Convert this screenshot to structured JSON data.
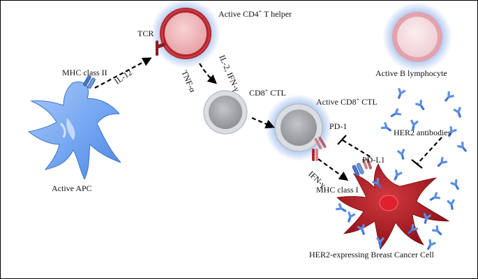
{
  "labels": {
    "apc_mhc": "MHC class II",
    "apc_name": "Active APC",
    "il12": "IL-12",
    "tcr": "TCR",
    "cd4_main": "Active CD4",
    "cd4_sup": "+",
    "cd4_tail": " T helper",
    "il2": "IL-2, IFN-γ",
    "tnf": "TNF-α",
    "cd8_main": "CD8",
    "cd8_sup": "+",
    "cd8_tail": " CTL",
    "acd8_main": "Active CD8",
    "acd8_sup": "+",
    "acd8_tail": " CTL",
    "pd1": "PD-1",
    "pdl1": "PD-L1",
    "ifng": "IFN-γ",
    "cancer_mhc": "MHC class I",
    "cancer_name": "HER2-expressing Breast Cancer Cell",
    "bcell": "Active B lymphocyte",
    "antibodies": "HER2 antibodies"
  },
  "colors": {
    "apc": "#6fa3f0",
    "cd4_ring": "#b3262e",
    "cd4_fill": "#f0b4b7",
    "cd8_ring": "#b9bec6",
    "cd8_fill": "#a9aaad",
    "glow": "#2f6fd8",
    "cancer": "#b51c24",
    "nucleus": "#e0202c",
    "antibody": "#3f76d6",
    "bcell_ring": "#e2a2ad",
    "bcell_fill": "#f6dde1"
  }
}
